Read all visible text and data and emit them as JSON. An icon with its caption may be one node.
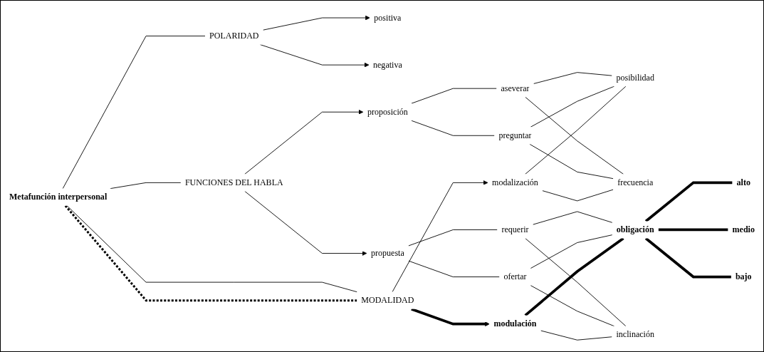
{
  "diagram": {
    "nodes": [
      {
        "text": [
          "Metafunción interpersonal"
        ]
      },
      {
        "text": [
          "POLARIDAD"
        ]
      },
      {
        "text": [
          "positiva"
        ]
      },
      {
        "text": [
          "negativa"
        ]
      },
      {
        "text": [
          "FUNCIONES DEL HABLA"
        ]
      },
      {
        "text": [
          "proposición"
        ]
      },
      {
        "text": [
          "aseverar"
        ]
      },
      {
        "text": [
          "preguntar"
        ]
      },
      {
        "text": [
          "propuesta"
        ]
      },
      {
        "text": [
          "requerir"
        ]
      },
      {
        "text": [
          "ofertar"
        ]
      },
      {
        "text": [
          "MODALIDAD"
        ]
      },
      {
        "text": [
          "modalización"
        ]
      },
      {
        "text": [
          "modulación"
        ]
      },
      {
        "text": [
          "posibilidad"
        ]
      },
      {
        "text": [
          "frecuencia"
        ]
      },
      {
        "text": [
          "obligación"
        ]
      },
      {
        "text": [
          "alto"
        ]
      },
      {
        "text": [
          "medio"
        ]
      },
      {
        "text": [
          "bajo"
        ]
      },
      {
        "text": [
          "inclinación"
        ]
      }
    ],
    "edges": [
      {
        "from": 0,
        "to": 1,
        "arrow": "none"
      },
      {
        "from": 0,
        "to": 4,
        "arrow": "none"
      },
      {
        "from": 0,
        "to": 11,
        "arrow": "none"
      },
      {
        "from": 0,
        "to": 11,
        "arrow": "none",
        "style": "dashed"
      },
      {
        "from": 1,
        "to": 2,
        "arrow": "to"
      },
      {
        "from": 1,
        "to": 3,
        "arrow": "to"
      },
      {
        "from": 4,
        "to": 5,
        "arrow": "to"
      },
      {
        "from": 4,
        "to": 8,
        "arrow": "to"
      },
      {
        "from": 5,
        "to": 6,
        "arrow": "none"
      },
      {
        "from": 5,
        "to": 7,
        "arrow": "none"
      },
      {
        "from": 8,
        "to": 9,
        "arrow": "none"
      },
      {
        "from": 8,
        "to": 10,
        "arrow": "none"
      },
      {
        "from": 11,
        "to": 12,
        "arrow": "to"
      },
      {
        "from": 11,
        "to": 13,
        "arrow": "to",
        "style": "thick"
      },
      {
        "from": 6,
        "to": 14,
        "arrow": "none"
      },
      {
        "from": 6,
        "to": 15,
        "arrow": "none"
      },
      {
        "from": 7,
        "to": 14,
        "arrow": "none"
      },
      {
        "from": 7,
        "to": 15,
        "arrow": "none"
      },
      {
        "from": 12,
        "to": 14,
        "arrow": "none"
      },
      {
        "from": 12,
        "to": 15,
        "arrow": "none"
      },
      {
        "from": 9,
        "to": 16,
        "arrow": "none"
      },
      {
        "from": 9,
        "to": 20,
        "arrow": "none"
      },
      {
        "from": 10,
        "to": 16,
        "arrow": "none"
      },
      {
        "from": 10,
        "to": 20,
        "arrow": "none"
      },
      {
        "from": 13,
        "to": 16,
        "arrow": "none",
        "style": "thick"
      },
      {
        "from": 13,
        "to": 20,
        "arrow": "none"
      },
      {
        "from": 16,
        "to": 17,
        "arrow": "none",
        "style": "thick"
      },
      {
        "from": 16,
        "to": 18,
        "arrow": "none",
        "style": "thick"
      },
      {
        "from": 16,
        "to": 19,
        "arrow": "none",
        "style": "thick"
      }
    ]
  }
}
